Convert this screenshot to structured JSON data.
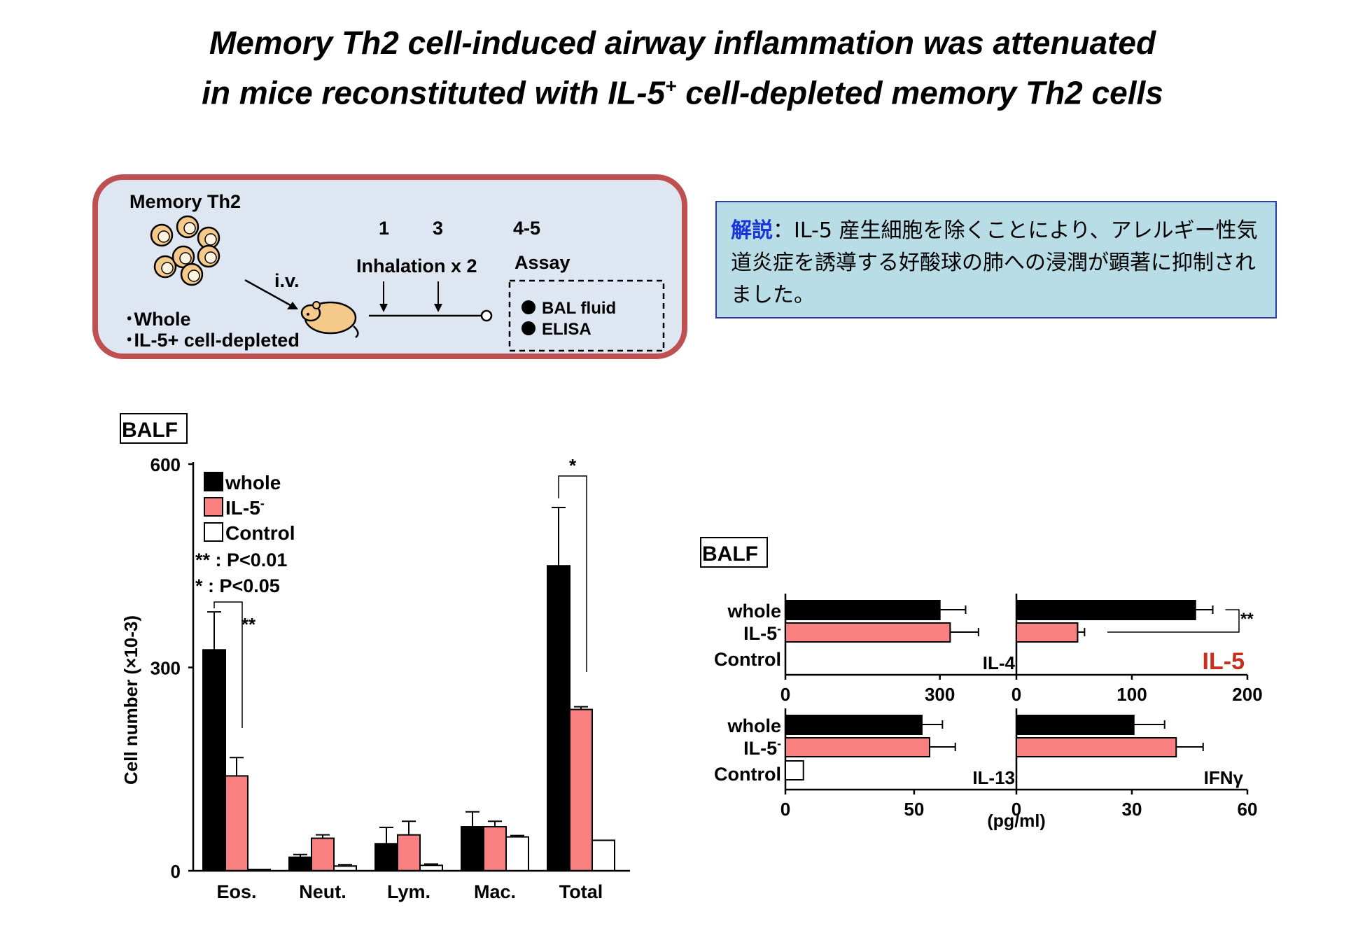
{
  "title": {
    "line1": "Memory Th2 cell-induced airway inflammation was attenuated",
    "line2_pre": "in mice reconstituted with IL-5",
    "line2_sup": "+",
    "line2_post": " cell-depleted memory Th2 cells"
  },
  "protocol": {
    "cells_label": "Memory Th2",
    "iv_label": "i.v.",
    "groups": [
      "･Whole",
      "･IL-5+ cell-depleted"
    ],
    "days": [
      "1",
      "3",
      "4-5"
    ],
    "inhalation_label": "Inhalation x 2",
    "assay_label": "Assay",
    "assays": [
      "BAL fluid",
      "ELISA"
    ],
    "colors": {
      "border": "#bf5052",
      "fill": "#dde6f1",
      "cell": "#f5c98a"
    }
  },
  "note": {
    "label": "解説",
    "separator": "：",
    "text": "IL-5 産生細胞を除くことにより、アレルギー性気道炎症を誘導する好酸球の肺への浸潤が顕著に抑制されました。"
  },
  "colors": {
    "whole": "#000000",
    "il5": "#f98080",
    "control": "#ffffff",
    "il5_label": "#c8301e"
  },
  "chart_data": [
    {
      "type": "bar",
      "tag": "BALF",
      "ylabel": "Cell number (×10-3)",
      "ylim": [
        0,
        600
      ],
      "yticks": [
        "0",
        "300",
        "600"
      ],
      "categories": [
        "Eos.",
        "Neut.",
        "Lym.",
        "Mac.",
        "Total"
      ],
      "series": [
        {
          "name": "whole",
          "values": [
            326,
            20,
            40,
            65,
            450
          ],
          "errors": [
            56,
            4,
            24,
            22,
            86
          ]
        },
        {
          "name": "IL-5-",
          "values": [
            140,
            48,
            53,
            65,
            238
          ],
          "errors": [
            27,
            5,
            20,
            8,
            4
          ]
        },
        {
          "name": "Control",
          "values": [
            2,
            7,
            8,
            50,
            45
          ],
          "errors": [
            0,
            2,
            2,
            2,
            0
          ]
        }
      ],
      "legend_items": [
        {
          "label": "whole",
          "sup": ""
        },
        {
          "label": "IL-5",
          "sup": "-"
        },
        {
          "label": "Control",
          "sup": ""
        }
      ],
      "significance_legend": [
        "** : P<0.01",
        " * : P<0.05"
      ],
      "significance_marks": [
        {
          "category": "Eos.",
          "label": "**"
        },
        {
          "category": "Total",
          "label": "*"
        }
      ],
      "legend_position": "top-left"
    },
    {
      "type": "bar",
      "orientation": "horizontal",
      "tag": "BALF",
      "xlabel": "(pg/ml)",
      "row_labels": [
        {
          "label": "whole",
          "sup": ""
        },
        {
          "label": "IL-5",
          "sup": "-"
        },
        {
          "label": "Control",
          "sup": ""
        }
      ],
      "panels": [
        {
          "name": "IL-4",
          "xlim": [
            0,
            450
          ],
          "xticks": [
            "0",
            "300"
          ],
          "tick_values": [
            0,
            300
          ],
          "values": [
            300,
            320,
            0
          ],
          "errors": [
            50,
            55,
            0
          ]
        },
        {
          "name": "IL-5",
          "xlim": [
            0,
            200
          ],
          "xticks": [
            "0",
            "100",
            "200"
          ],
          "tick_values": [
            0,
            100,
            200
          ],
          "values": [
            155,
            53,
            0
          ],
          "errors": [
            15,
            6,
            0
          ],
          "significance": "**",
          "highlight": true
        },
        {
          "name": "IL-13",
          "xlim": [
            0,
            90
          ],
          "xticks": [
            "0",
            "50"
          ],
          "tick_values": [
            0,
            50
          ],
          "values": [
            53,
            56,
            7
          ],
          "errors": [
            8,
            10,
            0
          ]
        },
        {
          "name": "IFNγ",
          "xlim": [
            0,
            60
          ],
          "xticks": [
            "0",
            "30",
            "60"
          ],
          "tick_values": [
            0,
            30,
            60
          ],
          "values": [
            30.5,
            41.5,
            0
          ],
          "errors": [
            8,
            7,
            0
          ]
        }
      ]
    }
  ]
}
